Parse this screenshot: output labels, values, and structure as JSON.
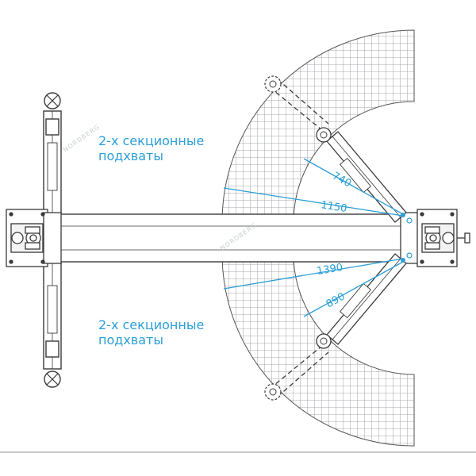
{
  "labels": {
    "top_line1": "2-х секционные",
    "top_line2": "подхваты",
    "bottom_line1": "2-х секционные",
    "bottom_line2": "подхваты"
  },
  "dimensions": {
    "upper_short": "740",
    "upper_long": "1150",
    "lower_long": "1390",
    "lower_short": "890"
  },
  "watermark": {
    "text": "NORDBERG"
  },
  "colors": {
    "line": "#3a3a3a",
    "accent": "#2a9fd6",
    "grid": "#9aa0a6"
  }
}
